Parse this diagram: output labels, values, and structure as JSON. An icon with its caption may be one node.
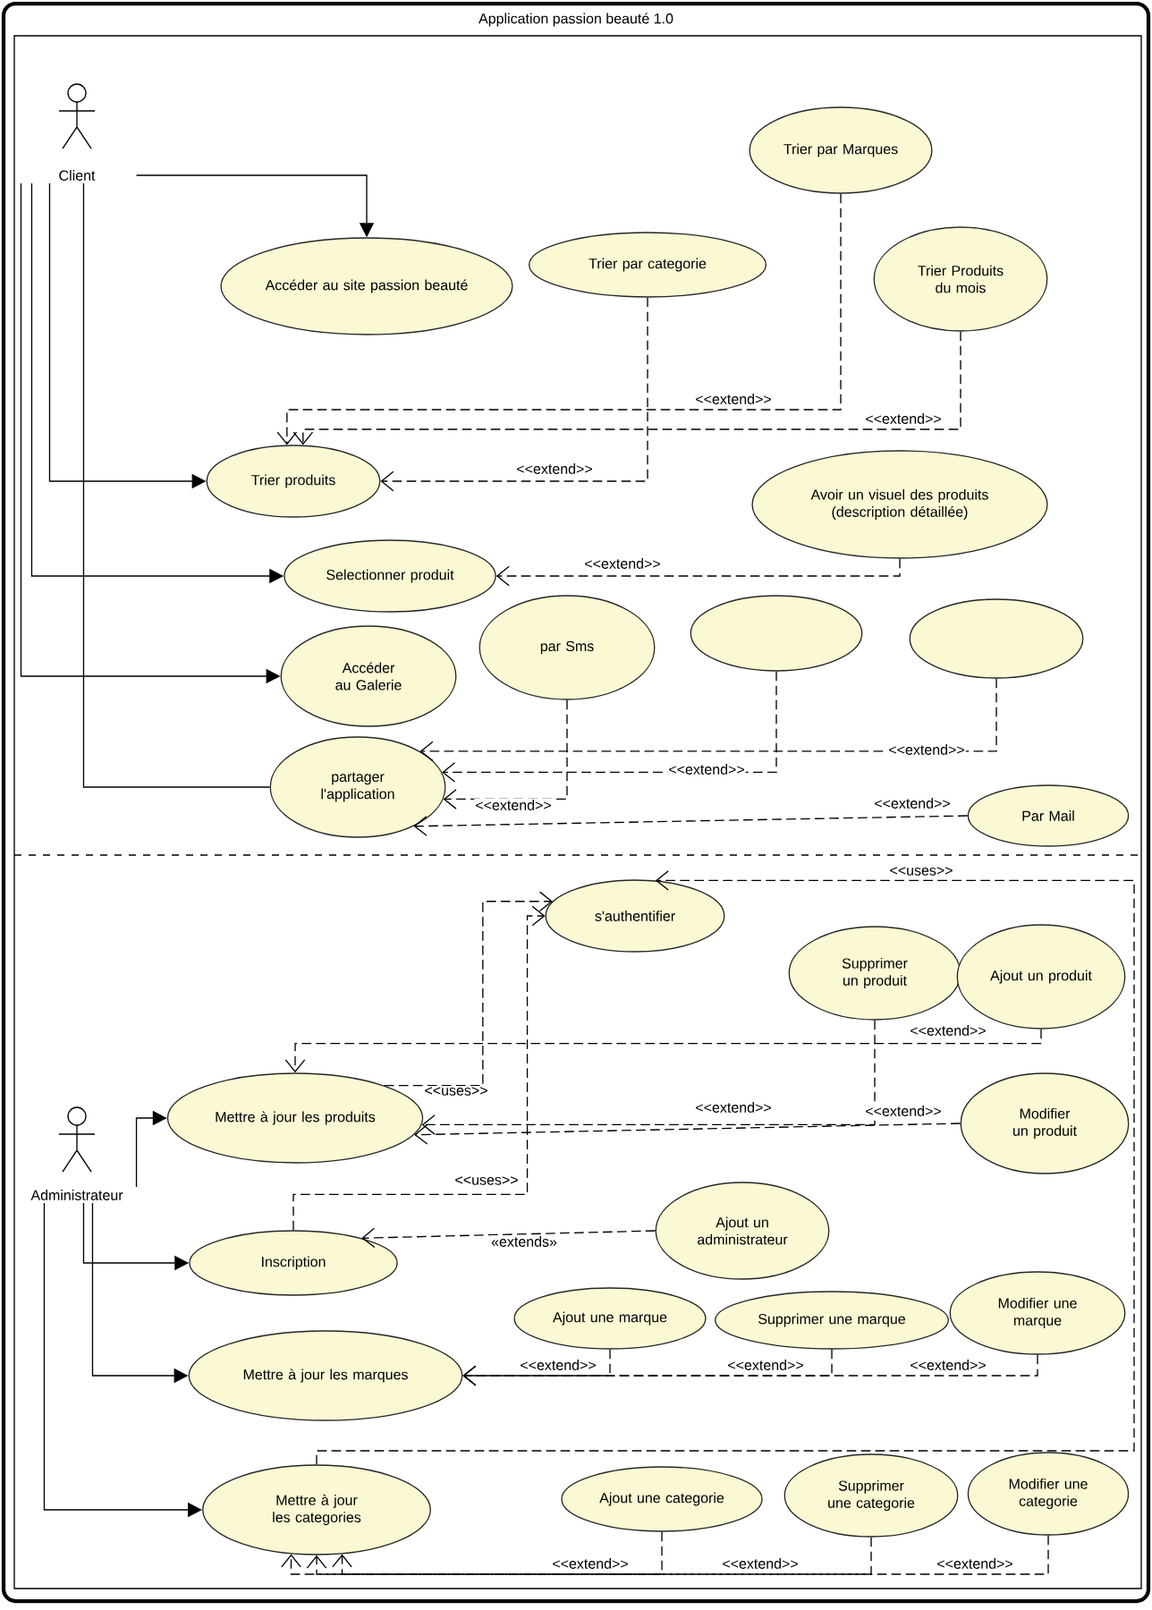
{
  "diagram": {
    "title": "Application passion beauté 1.0",
    "nodes": [
      {
        "text": [
          "Client"
        ]
      },
      {
        "text": [
          "Accéder au site passion beauté"
        ]
      },
      {
        "text": [
          "Trier par Marques"
        ]
      },
      {
        "text": [
          "Trier par categorie"
        ]
      },
      {
        "text": [
          "Trier Produits du mois"
        ]
      },
      {
        "text": [
          "Trier produits"
        ]
      },
      {
        "text": [
          "Avoir un visuel des produits (description détaillée)"
        ]
      },
      {
        "text": [
          "Selectionner produit"
        ]
      },
      {
        "text": [
          "Accéder au Galerie"
        ]
      },
      {
        "text": [
          "par Sms"
        ]
      },
      {
        "text": [],
        "shape": "ellipse"
      },
      {
        "text": [],
        "shape": "ellipse"
      },
      {
        "text": [
          "partager l'application"
        ]
      },
      {
        "text": [
          "Par Mail"
        ]
      },
      {
        "text": [
          "s'authentifier"
        ]
      },
      {
        "text": [
          "Supprimer un produit"
        ]
      },
      {
        "text": [
          "Ajout un produit"
        ]
      },
      {
        "text": [
          "Administrateur"
        ]
      },
      {
        "text": [
          "Mettre à jour les produits"
        ]
      },
      {
        "text": [
          "Modifier un produit"
        ]
      },
      {
        "text": [
          "Ajout un administrateur"
        ]
      },
      {
        "text": [
          "Inscription"
        ]
      },
      {
        "text": [
          "Ajout une marque"
        ]
      },
      {
        "text": [
          "Supprimer une marque"
        ]
      },
      {
        "text": [
          "Modifier une marque"
        ]
      },
      {
        "text": [
          "Mettre à jour les marques"
        ]
      },
      {
        "text": [
          "Ajout une categorie"
        ]
      },
      {
        "text": [
          "Supprimer une categorie"
        ]
      },
      {
        "text": [
          "Modifier une categorie"
        ]
      },
      {
        "text": [
          "Mettre à jour les categories"
        ]
      }
    ],
    "edges": [
      {
        "from": 0,
        "to": 1,
        "arrow": "to"
      },
      {
        "from": 0,
        "to": 5,
        "arrow": "to"
      },
      {
        "from": 0,
        "to": 7,
        "arrow": "to"
      },
      {
        "from": 0,
        "to": 8,
        "arrow": "to"
      },
      {
        "from": 0,
        "to": 12,
        "arrow": "none"
      },
      {
        "from": 2,
        "to": 5,
        "arrow": "to",
        "style": "dashed",
        "label": "<<extend>>"
      },
      {
        "from": 4,
        "to": 5,
        "arrow": "to",
        "style": "dashed",
        "label": "<<extend>>"
      },
      {
        "from": 3,
        "to": 5,
        "arrow": "to",
        "style": "dashed",
        "label": "<<extend>>"
      },
      {
        "from": 6,
        "to": 7,
        "arrow": "to",
        "style": "dashed",
        "label": "<<extend>>"
      },
      {
        "from": 11,
        "to": 12,
        "arrow": "to",
        "style": "dashed",
        "label": "<<extend>>"
      },
      {
        "from": 10,
        "to": 12,
        "arrow": "to",
        "style": "dashed",
        "label": "<<extend>>"
      },
      {
        "from": 9,
        "to": 12,
        "arrow": "to",
        "style": "dashed",
        "label": "<<extend>>"
      },
      {
        "from": 13,
        "to": 12,
        "arrow": "to",
        "style": "dashed",
        "label": "<<extend>>"
      },
      {
        "from": 17,
        "to": 18,
        "arrow": "to"
      },
      {
        "from": 17,
        "to": 21,
        "arrow": "to"
      },
      {
        "from": 17,
        "to": 25,
        "arrow": "to"
      },
      {
        "from": 17,
        "to": 29,
        "arrow": "to"
      },
      {
        "from": 18,
        "to": 14,
        "arrow": "to",
        "style": "dashed",
        "label": "<<uses>>"
      },
      {
        "from": 21,
        "to": 14,
        "arrow": "to",
        "style": "dashed",
        "label": "<<uses>>"
      },
      {
        "from": 29,
        "to": 14,
        "arrow": "to",
        "style": "dashed",
        "label": "<<uses>>"
      },
      {
        "from": 16,
        "to": 18,
        "arrow": "to",
        "style": "dashed",
        "label": "<<extend>>"
      },
      {
        "from": 15,
        "to": 18,
        "arrow": "to",
        "style": "dashed",
        "label": "<<extend>>"
      },
      {
        "from": 19,
        "to": 18,
        "arrow": "to",
        "style": "dashed",
        "label": "<<extend>>"
      },
      {
        "from": 20,
        "to": 21,
        "arrow": "to",
        "style": "dashed",
        "label": "«extends»"
      },
      {
        "from": 22,
        "to": 25,
        "arrow": "to",
        "style": "dashed",
        "label": "<<extend>>"
      },
      {
        "from": 23,
        "to": 25,
        "arrow": "to",
        "style": "dashed",
        "label": "<<extend>>"
      },
      {
        "from": 24,
        "to": 25,
        "arrow": "to",
        "style": "dashed",
        "label": "<<extend>>"
      },
      {
        "from": 26,
        "to": 29,
        "arrow": "to",
        "style": "dashed",
        "label": "<<extend>>"
      },
      {
        "from": 27,
        "to": 29,
        "arrow": "to",
        "style": "dashed",
        "label": "<<extend>>"
      },
      {
        "from": 28,
        "to": 29,
        "arrow": "to",
        "style": "dashed",
        "label": "<<extend>>"
      }
    ]
  }
}
